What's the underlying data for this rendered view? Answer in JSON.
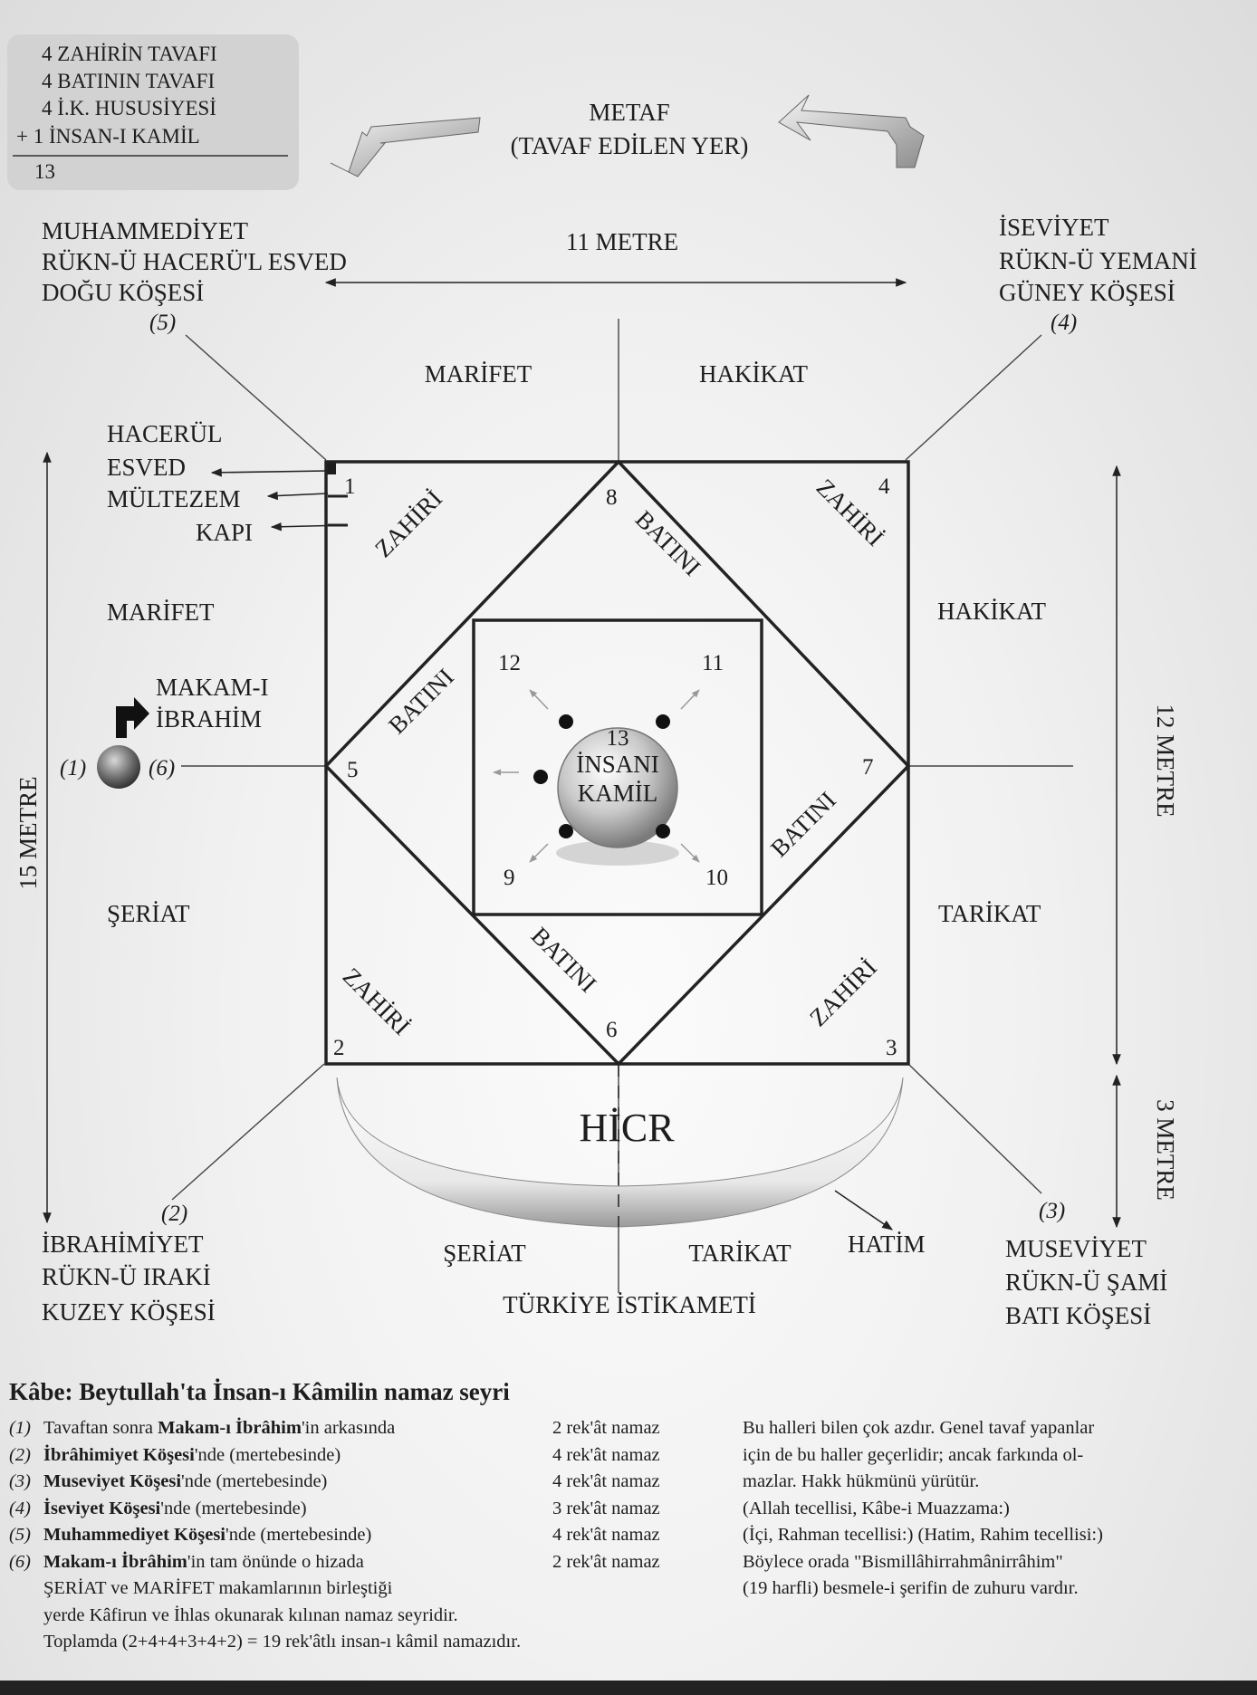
{
  "sum_box": {
    "lines": [
      "4 ZAHİRİN TAVAFI",
      "4 BATININ TAVAFI",
      "4 İ.K. HUSUSİYESİ",
      "+ 1 İNSAN-I KAMİL"
    ],
    "total": "13"
  },
  "metaf": {
    "line1": "METAF",
    "line2": "(TAVAF EDİLEN YER)"
  },
  "width_label": "11 METRE",
  "length_label": "15 METRE",
  "side_label_12": "12 METRE",
  "side_label_3": "3 METRE",
  "corners": {
    "top_left": {
      "line1": "MUHAMMEDİYET",
      "line2": "RÜKN-Ü HACERÜ'L ESVED",
      "line3": "DOĞU KÖŞESİ",
      "num": "(5)"
    },
    "top_right": {
      "line1": "İSEVİYET",
      "line2": "RÜKN-Ü YEMANİ",
      "line3": "GÜNEY KÖŞESİ",
      "num": "(4)"
    },
    "bottom_left": {
      "num": "(2)",
      "line1": "İBRAHİMİYET",
      "line2": "RÜKN-Ü IRAKİ",
      "line3": "KUZEY KÖŞESİ"
    },
    "bottom_right": {
      "num": "(3)",
      "line1": "MUSEVİYET",
      "line2": "RÜKN-Ü ŞAMİ",
      "line3": "BATI KÖŞESİ"
    }
  },
  "quadrants": {
    "top_left": "MARİFET",
    "top_right": "HAKİKAT",
    "left_upper": "MARİFET",
    "right_upper": "HAKİKAT",
    "left_lower": "ŞERİAT",
    "right_lower": "TARİKAT",
    "bottom_left": "ŞERİAT",
    "bottom_right": "TARİKAT"
  },
  "door_labels": {
    "hacerul": "HACERÜL",
    "esved": "ESVED",
    "multezem": "MÜLTEZEM",
    "kapi": "KAPI"
  },
  "makam": {
    "line1": "MAKAM-I",
    "line2": "İBRAHİM",
    "left_num": "(1)",
    "right_num": "(6)"
  },
  "points": {
    "p1": "1",
    "p2": "2",
    "p3": "3",
    "p4": "4",
    "p5": "5",
    "p6": "6",
    "p7": "7",
    "p8": "8",
    "p9": "9",
    "p10": "10",
    "p11": "11",
    "p12": "12"
  },
  "region_words": {
    "zahiri": "ZAHİRİ",
    "batini": "BATINI"
  },
  "center": {
    "num": "13",
    "line1": "İNSANI",
    "line2": "KAMİL"
  },
  "hicr": "HİCR",
  "hatim": "HATİM",
  "direction": "TÜRKİYE İSTİKAMETİ",
  "caption": {
    "title": "Kâbe: Beytullah'ta İnsan-ı Kâmilin namaz seyri",
    "rows": [
      {
        "idx": "(1)",
        "pre": "Tavaftan sonra ",
        "bold": "Makam-ı İbrâhim",
        "post": "'in arkasında",
        "rekat": "2 rek'ât namaz"
      },
      {
        "idx": "(2)",
        "pre": "",
        "bold": "İbrâhimiyet Köşesi",
        "post": "'nde (mertebesinde)",
        "rekat": "4 rek'ât namaz"
      },
      {
        "idx": "(3)",
        "pre": "",
        "bold": "Museviyet Köşesi",
        "post": "'nde (mertebesinde)",
        "rekat": "4 rek'ât namaz"
      },
      {
        "idx": "(4)",
        "pre": "",
        "bold": "İseviyet Köşesi",
        "post": "'nde (mertebesinde)",
        "rekat": "3 rek'ât namaz"
      },
      {
        "idx": "(5)",
        "pre": "",
        "bold": "Muhammediyet Köşesi",
        "post": "'nde (mertebesinde)",
        "rekat": "4 rek'ât namaz"
      },
      {
        "idx": "(6)",
        "pre": "",
        "bold": "Makam-ı İbrâhim",
        "post": "'in tam önünde o hizada",
        "rekat": "2 rek'ât namaz"
      }
    ],
    "cont": [
      "ŞERİAT ve MARİFET makamlarının birleştiği",
      "yerde Kâfirun ve İhlas okunarak kılınan namaz seyridir.",
      "Toplamda (2+4+4+3+4+2) = 19 rek'âtlı insan-ı kâmil namazıdır."
    ],
    "right": [
      "Bu halleri bilen çok azdır. Genel tavaf yapanlar",
      "için de bu haller geçerlidir; ancak farkında ol-",
      "mazlar. Hakk hükmünü yürütür.",
      "(Allah tecellisi, Kâbe-i Muazzama:)",
      "(İçi, Rahman tecellisi:) (Hatim, Rahim tecellisi:)",
      "Böylece orada \"Bismillâhirrahmânirrâhim\"",
      "(19 harfli) besmele-i şerifin de zuhuru vardır."
    ]
  }
}
